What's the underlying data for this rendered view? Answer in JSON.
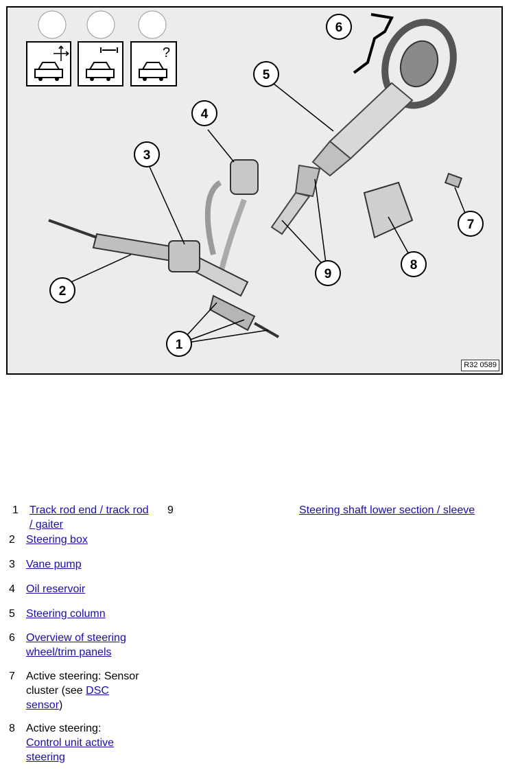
{
  "figure": {
    "reference_id": "R32 0589",
    "callouts": [
      "1",
      "2",
      "3",
      "4",
      "5",
      "6",
      "7",
      "8",
      "9"
    ],
    "toolbar_icons": [
      "car-move-icon",
      "car-repair-icon",
      "car-help-icon"
    ],
    "radio_count": 3
  },
  "legend": {
    "items": [
      {
        "num": "1",
        "link": "Track rod end / track rod / gaiter"
      },
      {
        "num": "2",
        "link": "Steering box"
      },
      {
        "num": "3",
        "link": "Vane pump"
      },
      {
        "num": "4",
        "link": "Oil reservoir"
      },
      {
        "num": "5",
        "link": "Steering column"
      },
      {
        "num": "6",
        "link": "Overview of steering wheel/trim panels"
      },
      {
        "num": "7",
        "prefix": "Active steering: Sensor cluster (see ",
        "link": "DSC sensor",
        "suffix": ")"
      },
      {
        "num": "8",
        "prefix": "Active steering:",
        "link": "Control unit active steering"
      },
      {
        "num": "9",
        "link": "Steering shaft lower section / sleeve"
      }
    ]
  },
  "colors": {
    "link": "#1a0dab",
    "figure_bg": "#ececec"
  }
}
